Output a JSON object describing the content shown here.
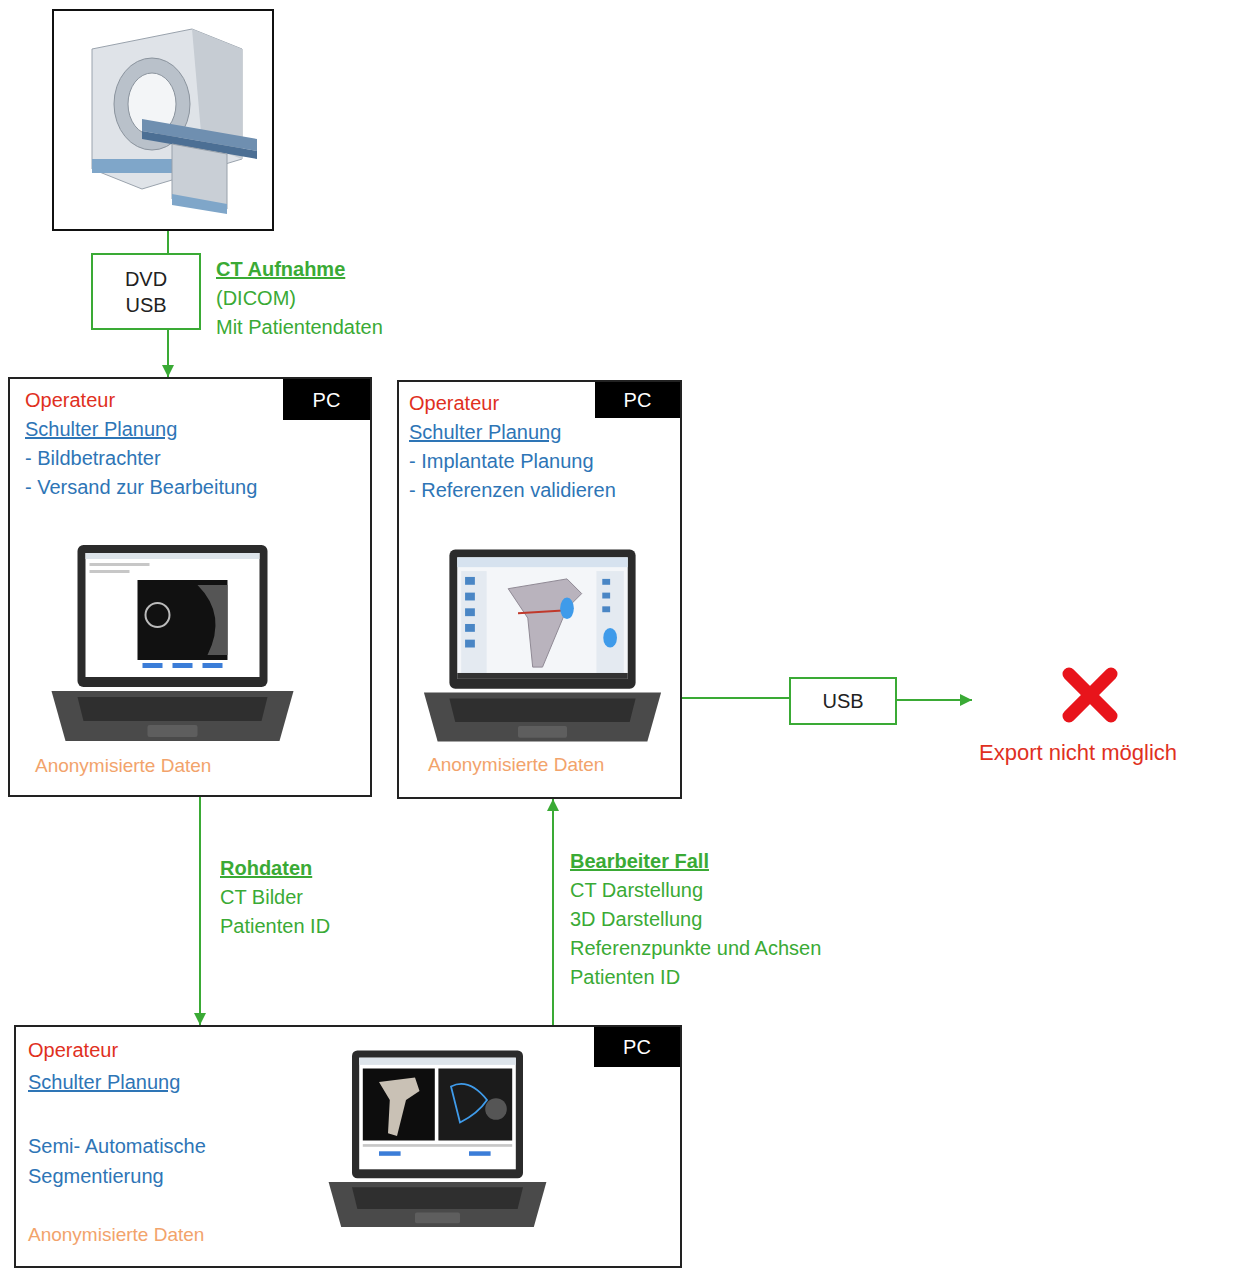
{
  "diagram": {
    "nodes": [
      {
        "text": [
          "DVD USB"
        ]
      },
      {
        "text": [
          "Operateur",
          "Schulter Planung",
          "- Bildbetrachter",
          "- Versand zur Bearbeitung",
          "Anonymisierte Daten"
        ]
      },
      {
        "text": [
          "PC"
        ],
        "in": 1
      },
      {
        "text": [
          "Operateur",
          "Schulter Planung",
          "- Implantate Planung",
          "- Referenzen validieren",
          "Anonymisierte Daten"
        ]
      },
      {
        "text": [
          "PC"
        ],
        "in": 3
      },
      {
        "text": [
          "USB"
        ]
      },
      {
        "text": [
          "Export nicht möglich"
        ]
      },
      {
        "text": [
          "Operateur",
          "Schulter Planung",
          "Semi- Automatische Segmentierung",
          "Anonymisierte Daten"
        ]
      },
      {
        "text": [
          "PC"
        ],
        "in": 7
      }
    ],
    "edges": [
      {
        "from": 0,
        "to": 1,
        "arrow": "to"
      },
      {
        "from": 1,
        "to": 7,
        "arrow": "to"
      },
      {
        "from": 7,
        "to": 3,
        "arrow": "to"
      },
      {
        "from": 3,
        "to": 5,
        "arrow": "none"
      },
      {
        "from": 5,
        "to": 6,
        "arrow": "to"
      }
    ],
    "labels": [
      "CT Aufnahme",
      "(DICOM)",
      "Mit Patientendaten",
      "Rohdaten",
      "CT Bilder",
      "Patienten ID",
      "Bearbeiter Fall",
      "CT Darstellung",
      "3D Darstellung",
      "Referenzpunkte und Achsen",
      "Patienten ID"
    ]
  }
}
